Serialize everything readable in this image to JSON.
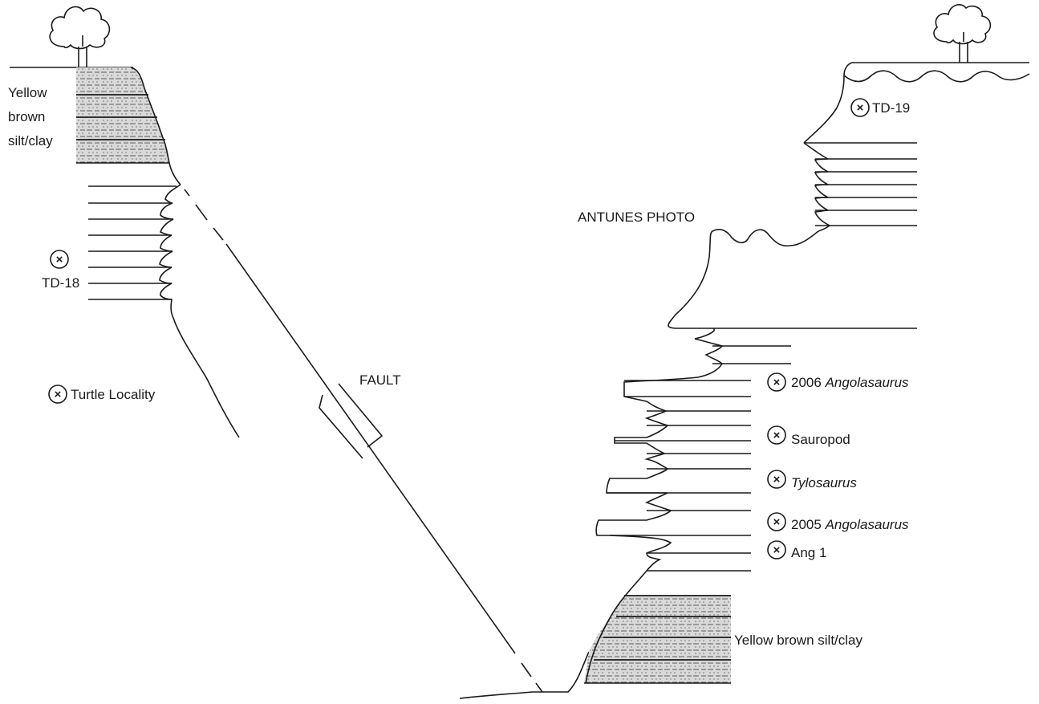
{
  "labels": {
    "left_unit": [
      "Yellow",
      "brown",
      "silt/clay"
    ],
    "td18": "TD-18",
    "turtle": "Turtle Locality",
    "fault": "FAULT",
    "antunes": "ANTUNES PHOTO",
    "td19": "TD-19",
    "angola2006_year": "2006",
    "angola2006_taxon": "Angolasaurus",
    "sauropod": "Sauropod",
    "tylosaurus": "Tylosaurus",
    "angola2005_year": "2005",
    "angola2005_taxon": "Angolasaurus",
    "ang1": "Ang 1",
    "right_unit": "Yellow brown silt/clay"
  },
  "marker_symbol": "×",
  "colors": {
    "ink": "#1a1a1a",
    "silt_fill": "#d9d9d9"
  },
  "icons": [
    "tree-icon",
    "fossil-locality-marker-icon"
  ]
}
